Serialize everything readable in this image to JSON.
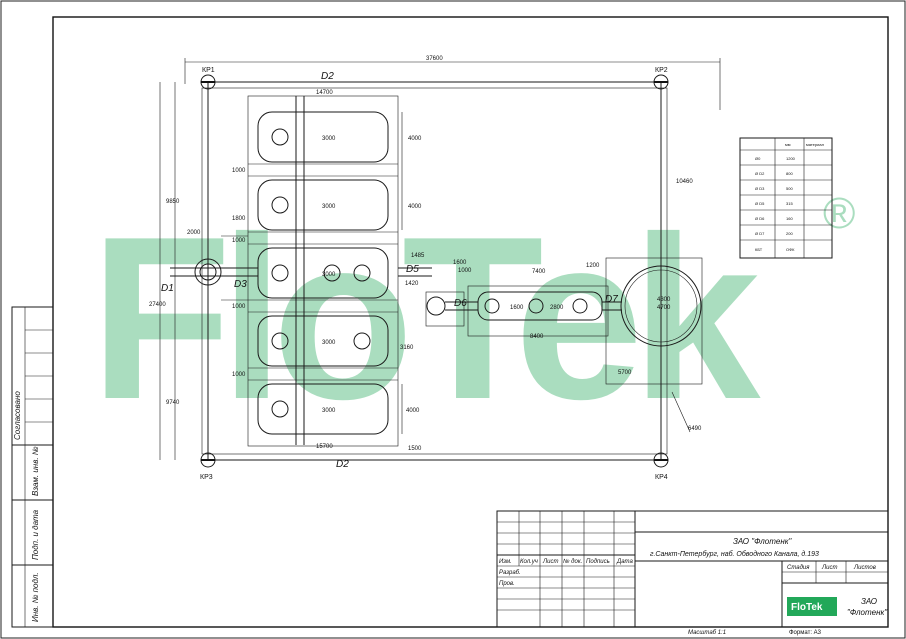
{
  "watermark": {
    "text": "FloTek",
    "registered": "®",
    "color": "#22a859"
  },
  "dimensions": {
    "overall_width": "37600",
    "inner_top": "14700",
    "bottom_width": "15700",
    "d1_height": "27400",
    "upper_height": "9850",
    "lower_height": "9740",
    "right_height": "10460",
    "tank_h": "4000",
    "tank_len": "3000",
    "gap_1000": "1000",
    "w_1800": "1800",
    "w_2000": "2000",
    "d1485": "1485",
    "d1600": "1600",
    "d1000": "1000",
    "d1420": "1420",
    "d7400": "7400",
    "d1200": "1200",
    "d1600b": "1600",
    "d2800": "2800",
    "d8400": "8400",
    "d3160": "3160",
    "d1500": "1500",
    "d5700": "5700",
    "d6490": "6490",
    "tank_d1": "4300",
    "tank_d2": "4700"
  },
  "labels": {
    "kp1": "КР1",
    "kp2": "КР2",
    "kp3": "КР3",
    "kp4": "КР4",
    "d1": "D1",
    "d2_top": "D2",
    "d2_bottom": "D2",
    "d3": "D3",
    "d5": "D5",
    "d6": "D6",
    "d7": "D7"
  },
  "legend": {
    "header": [
      "",
      "мм",
      "материал"
    ],
    "rows": [
      [
        "Ø0",
        "1200",
        ""
      ],
      [
        "Ø D2",
        "800",
        ""
      ],
      [
        "Ø D3",
        "500",
        ""
      ],
      [
        "Ø D5",
        "315",
        ""
      ],
      [
        "Ø D6",
        "160",
        ""
      ],
      [
        "Ø D7",
        "200",
        ""
      ],
      [
        "КБТ",
        "ОФК",
        ""
      ]
    ]
  },
  "side_stamp": {
    "labels": [
      "Согласовано",
      "Взам. инв. №",
      "Подп. и дата",
      "Инв. № подл."
    ]
  },
  "title_block": {
    "company": "ЗАО \"Флотенк\"",
    "address": "г.Санкт-Петербург, наб. Обводного Канала, д.193",
    "col_headers": [
      "Изм.",
      "Кол.уч",
      "Лист",
      "№ док.",
      "Подпись",
      "Дата"
    ],
    "rows": [
      "Разраб.",
      "Пров."
    ],
    "stage_headers": [
      "Стадия",
      "Лист",
      "Листов"
    ],
    "logo_text": "FloTek",
    "company_short": "ЗАО",
    "company_name": "\"Флотенк\""
  },
  "footer": {
    "scale": "Масштаб 1:1",
    "format": "Формат: А3"
  }
}
